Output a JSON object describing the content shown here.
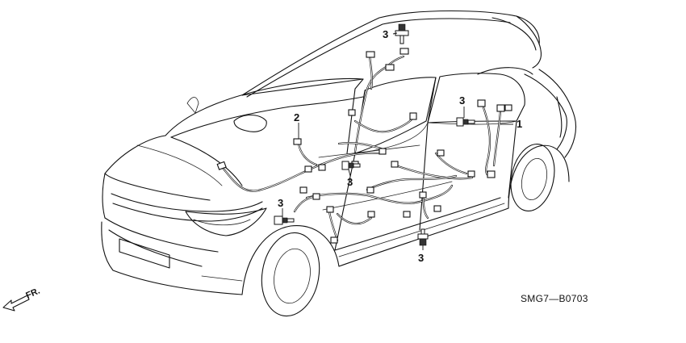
{
  "diagram": {
    "code": "SMG7—B0703",
    "front_indicator": "FR.",
    "callouts": [
      {
        "id": "c3-top",
        "label": "3"
      },
      {
        "id": "c2",
        "label": "2"
      },
      {
        "id": "c3-rear-door",
        "label": "3"
      },
      {
        "id": "c1",
        "label": "1"
      },
      {
        "id": "c3-center",
        "label": "3"
      },
      {
        "id": "c3-front-left",
        "label": "3"
      },
      {
        "id": "c3-bottom",
        "label": "3"
      }
    ]
  }
}
